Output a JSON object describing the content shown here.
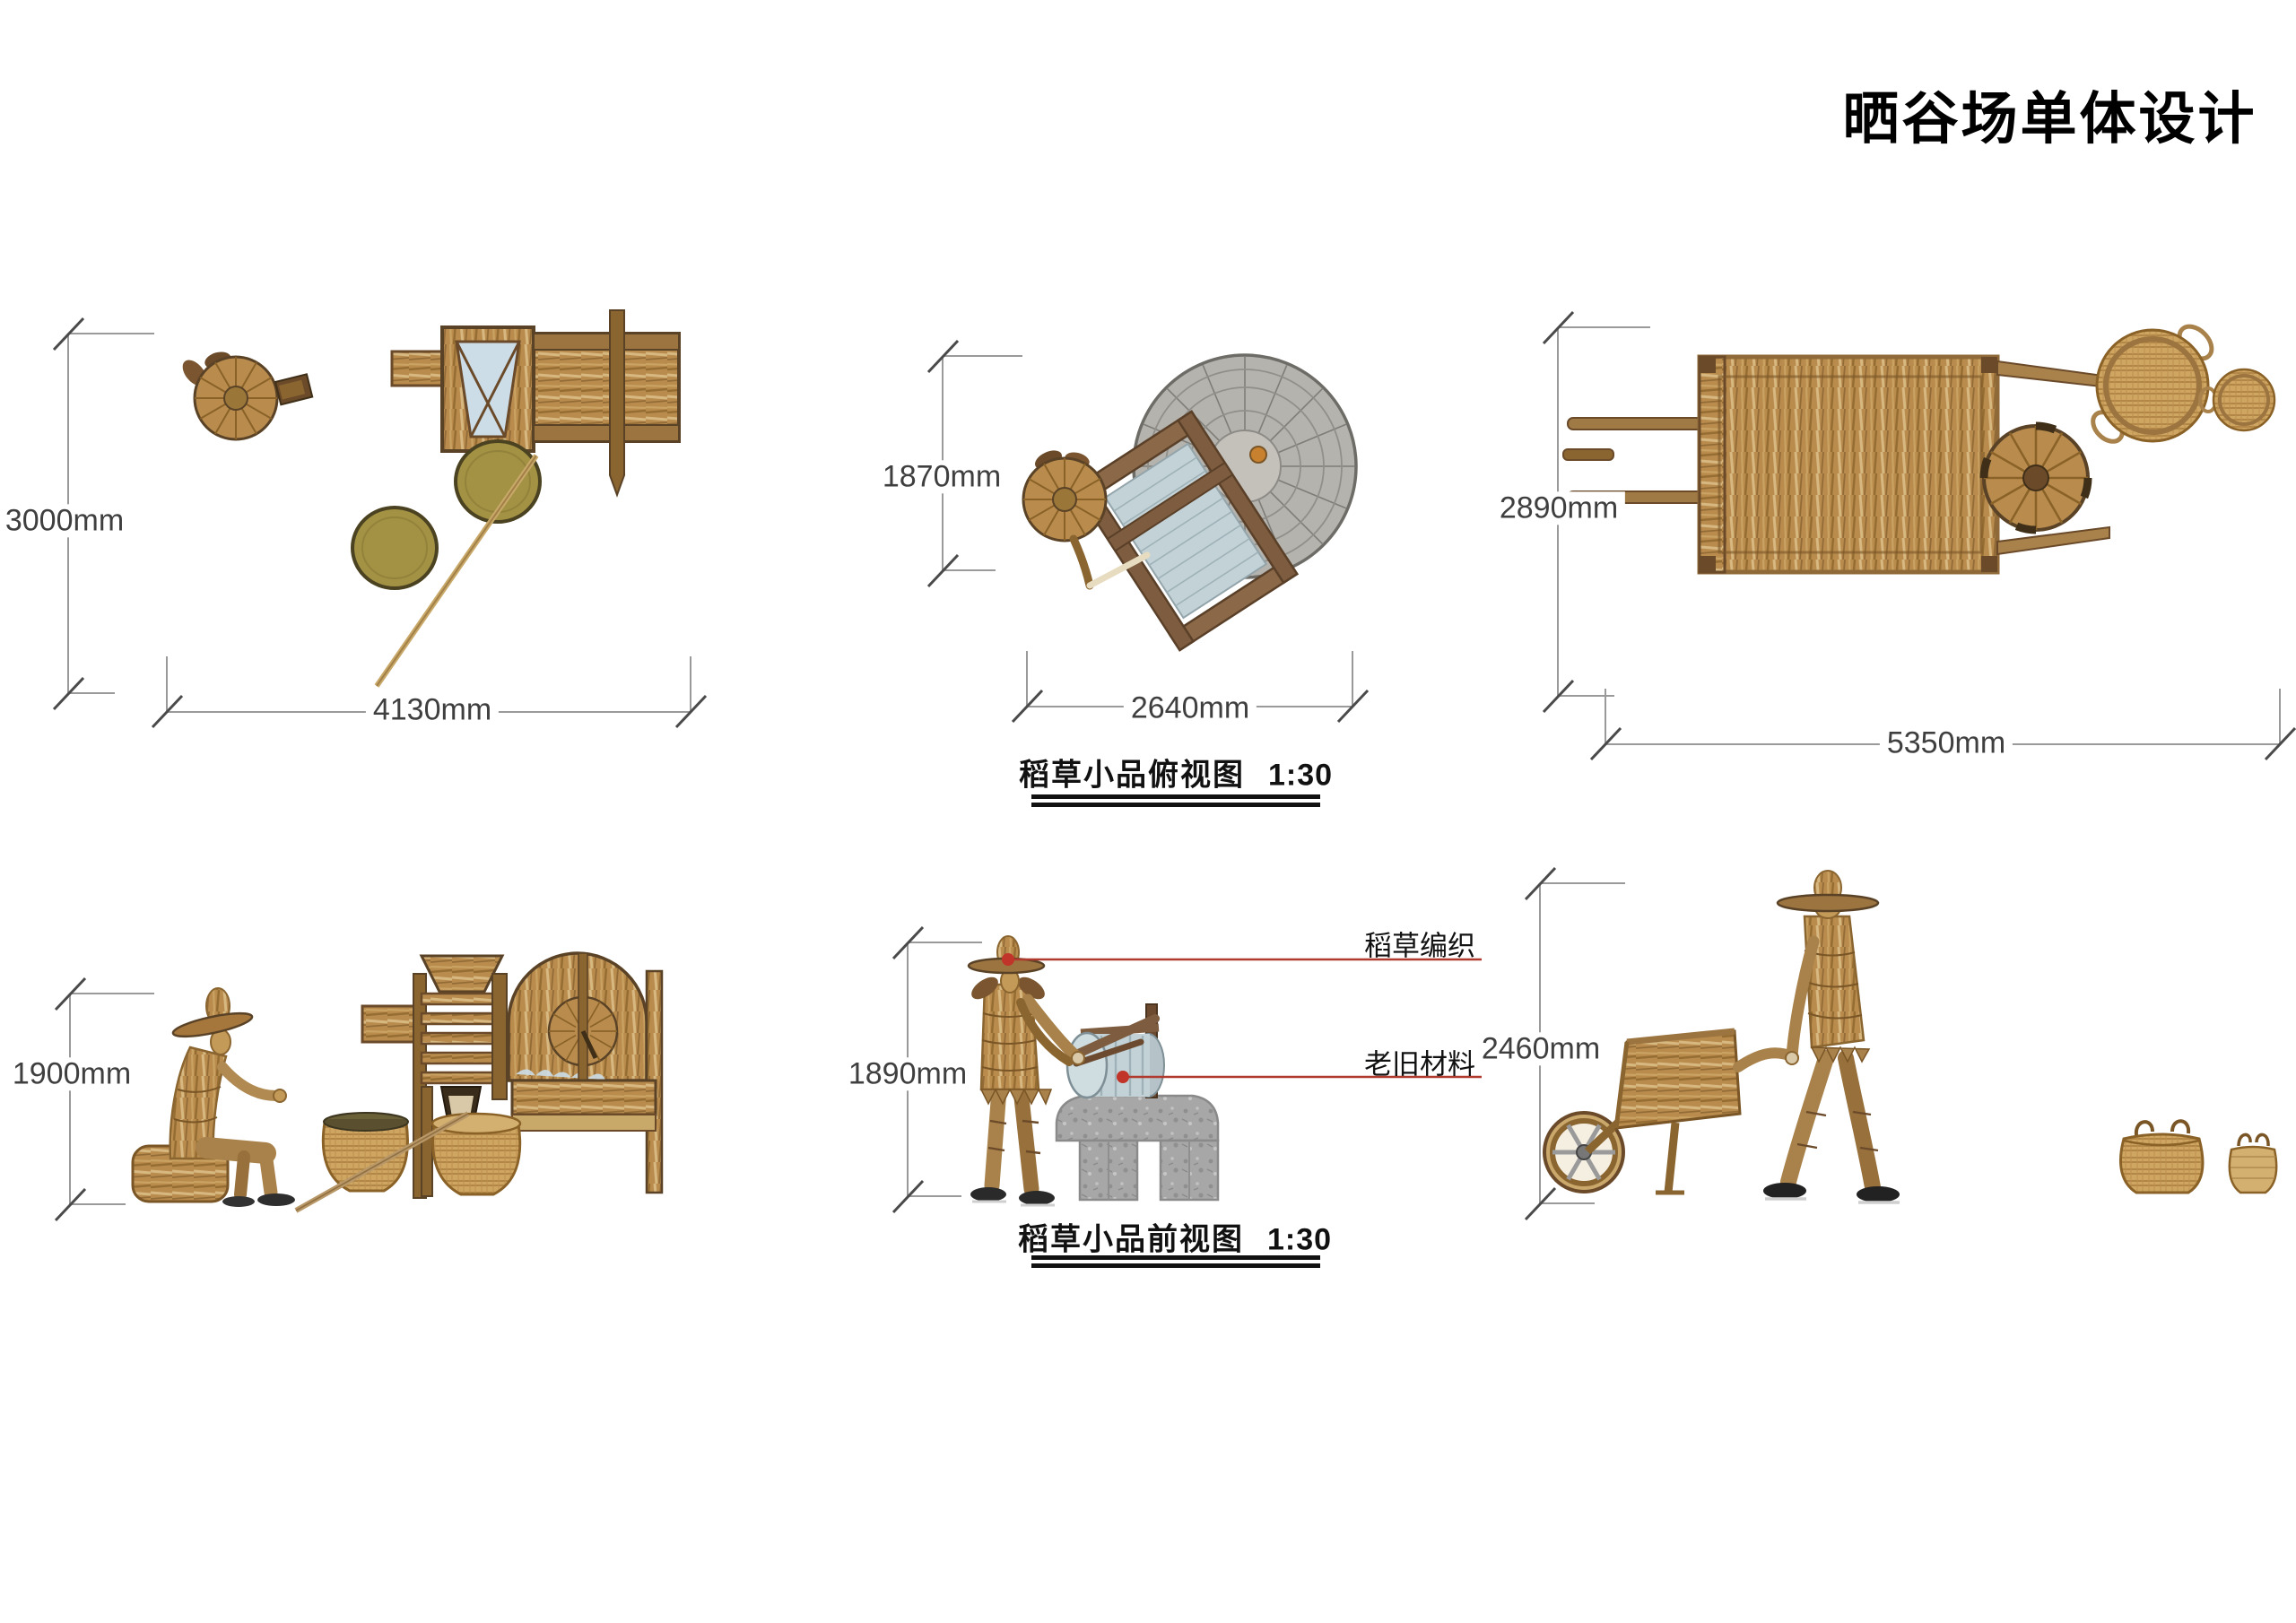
{
  "title": "晒谷场单体设计",
  "views": {
    "plan_left": {
      "height_label": "3000mm",
      "width_label": "4130mm"
    },
    "plan_middle": {
      "height_label": "1870mm",
      "width_label": "2640mm",
      "caption": "稻草小品俯视图",
      "scale": "1:30"
    },
    "plan_right": {
      "height_label": "2890mm",
      "width_label": "5350mm"
    },
    "front_left": {
      "height_label": "1900mm"
    },
    "front_middle": {
      "height_label": "1890mm",
      "caption": "稻草小品前视图",
      "scale": "1:30",
      "annotations": {
        "straw_weave": "稻草编织",
        "old_material": "老旧材料"
      }
    },
    "front_right": {
      "height_label": "2460mm"
    }
  },
  "colors": {
    "dim_text": "#3f3f3f",
    "dim_line": "#9a9a9a",
    "tick": "#4a4a4a",
    "annotation_line": "#b03a2e",
    "annotation_dot": "#c0342a",
    "straw": "#b98c4e",
    "straw_dark": "#7a5526",
    "straw_light": "#dcc089",
    "wood": "#9c7440",
    "wood_dark": "#6b4a2a",
    "stone": "#a7a7a7",
    "roller": "#c3d2d6",
    "mat_gray": "#b5b3ae",
    "mat_olive": "#a39243",
    "ink": "#111111"
  }
}
